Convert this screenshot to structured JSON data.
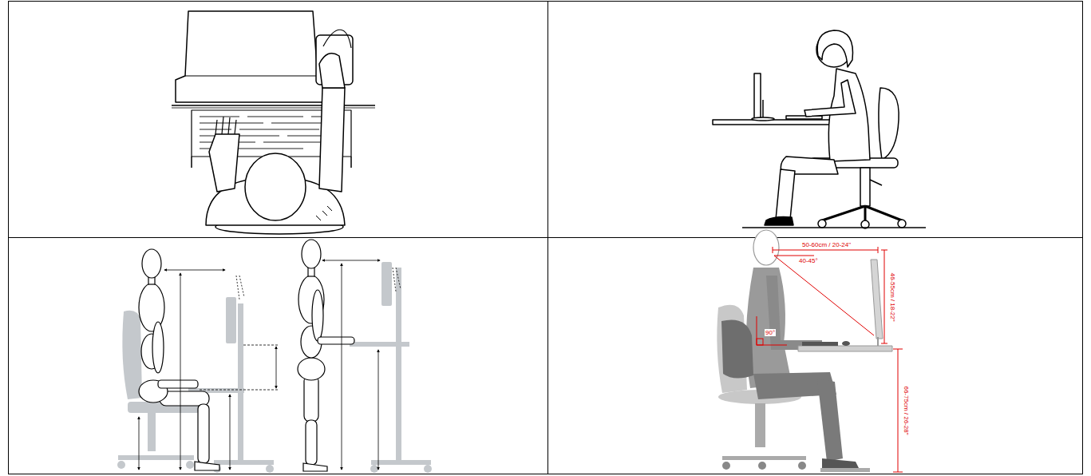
{
  "diagram": {
    "labels": [
      "50-60cm / 20-24\"",
      "40-45°",
      "46-55cm / 18-22\"",
      "66-75cm / 26-28\"",
      "90°"
    ]
  }
}
